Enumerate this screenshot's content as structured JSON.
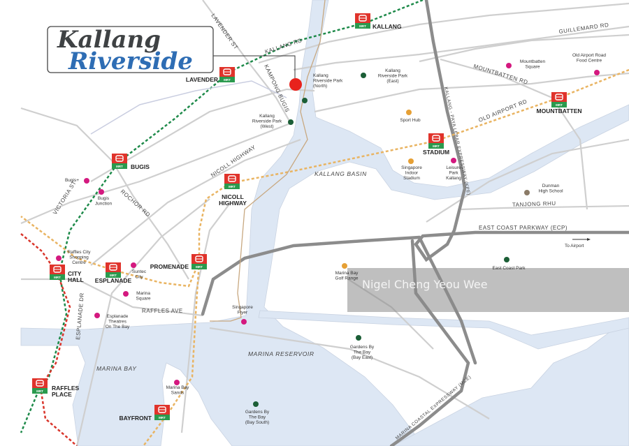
{
  "title": {
    "line1": "Kallang",
    "line2": "Riverside"
  },
  "colors": {
    "water": "#dde7f4",
    "road": "#cfcfcf",
    "expressway": "#8c8c8c",
    "ew_line": "#1e8a4a",
    "ns_line": "#d9352b",
    "circle_line": "#e9b462",
    "poi_pink": "#d4197f",
    "poi_green": "#1b5e36",
    "poi_orange": "#e6a035",
    "poi_brown": "#8b7b67",
    "project": "#e8221c",
    "logo_blue": "#2e6db4"
  },
  "stations": [
    {
      "name": "KALLANG"
    },
    {
      "name": "LAVENDER"
    },
    {
      "name": "BUGIS"
    },
    {
      "name": "NICOLL",
      "name2": "HIGHWAY"
    },
    {
      "name": "STADIUM"
    },
    {
      "name": "MOUNTBATTEN"
    },
    {
      "name": "CITY",
      "name2": "HALL"
    },
    {
      "name": "ESPLANADE"
    },
    {
      "name": "PROMENADE"
    },
    {
      "name": "RAFFLES",
      "name2": "PLACE"
    },
    {
      "name": "BAYFRONT"
    }
  ],
  "mrt_badge": "MRT",
  "pois": [
    {
      "l1": "Kallang",
      "l2": "Riverside Park",
      "l3": "(North)"
    },
    {
      "l1": "Kallang",
      "l2": "Riverside Park",
      "l3": "(West)"
    },
    {
      "l1": "Kallang",
      "l2": "Riverside Park",
      "l3": "(East)"
    },
    {
      "l1": "Mountbatten",
      "l2": "Square"
    },
    {
      "l1": "Old Airport Road",
      "l2": "Food Centre"
    },
    {
      "l1": "Sport Hub"
    },
    {
      "l1": "Singapore",
      "l2": "Indoor",
      "l3": "Stadium"
    },
    {
      "l1": "Leisure",
      "l2": "Park",
      "l3": "Kallang"
    },
    {
      "l1": "Dunman",
      "l2": "High School"
    },
    {
      "l1": "Bugis+"
    },
    {
      "l1": "Bugis",
      "l2": "Junction"
    },
    {
      "l1": "Raffles City",
      "l2": "Shopping",
      "l3": "Centre"
    },
    {
      "l1": "Suntec",
      "l2": "City"
    },
    {
      "l1": "Marina",
      "l2": "Square"
    },
    {
      "l1": "Esplanade",
      "l2": "Theatres",
      "l3": "On The Bay"
    },
    {
      "l1": "Singapore",
      "l2": "Flyer"
    },
    {
      "l1": "Marina Bay",
      "l2": "Golf Range"
    },
    {
      "l1": "East Coast Park"
    },
    {
      "l1": "Gardens By",
      "l2": "The Bay",
      "l3": "(Bay East)"
    },
    {
      "l1": "Marina Bay",
      "l2": "Sands"
    },
    {
      "l1": "Gardens By",
      "l2": "The Bay",
      "l3": "(Bay South)"
    }
  ],
  "roads": {
    "lavender": "LAVENDER ST",
    "kallang_rd": "KALLANG RD",
    "kampong_bugis": "KAMPONG BUGIS",
    "guillemard": "GUILLEMARD RD",
    "mountbatten": "MOUNTBATTEN RD",
    "old_airport": "OLD AIRPORT RD",
    "kpe": "KALLANG - PAYA LEBAR EXPRESSWAY (KPE)",
    "nicoll": "NICOLL HIGHWAY",
    "victoria": "VICTORIA ST",
    "rochor": "ROCHOR RD",
    "tanjong_rhu": "TANJONG RHU",
    "ecp": "EAST COAST PARKWAY (ECP)",
    "raffles_ave": "RAFFLES AVE",
    "esplanade_dr": "ESPLANADE DR",
    "mce": "MARINA COASTAL EXPRESSWAY (MCE)"
  },
  "water": {
    "basin": "KALLANG BASIN",
    "reservoir": "MARINA RESERVOIR",
    "bay": "MARINA BAY"
  },
  "to_airport": "To Airport",
  "watermark": "Nigel Cheng Yeou Wee"
}
